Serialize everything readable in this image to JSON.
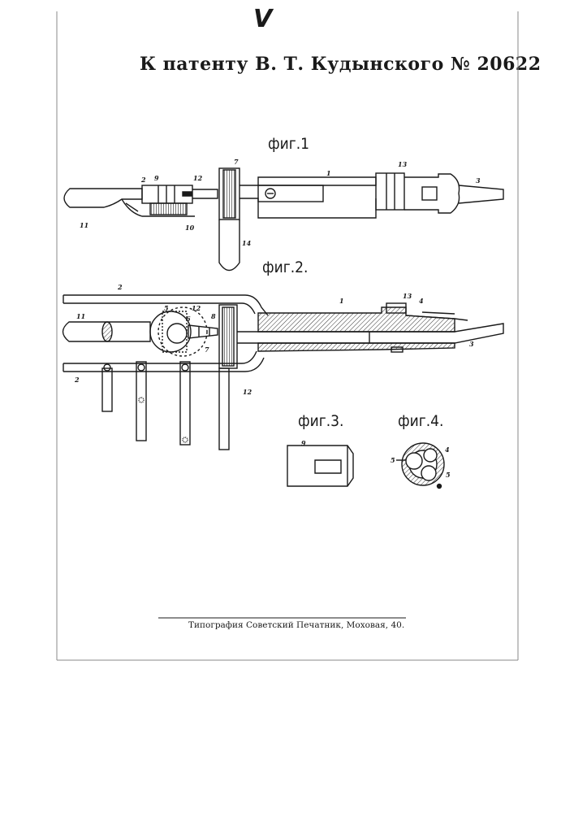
{
  "header": {
    "mark": "V",
    "title": "К патенту В. Т. Кудынского № 20622"
  },
  "figures": {
    "fig1": "фиг.1",
    "fig2": "фиг.2.",
    "fig3": "фиг.3.",
    "fig4": "фиг.4."
  },
  "labels": {
    "fig1": [
      "1",
      "2",
      "3",
      "7",
      "9",
      "10",
      "11",
      "12",
      "13",
      "14"
    ],
    "fig2": [
      "1",
      "2",
      "2",
      "3",
      "4",
      "5",
      "6",
      "7",
      "8",
      "11",
      "12",
      "12",
      "13"
    ],
    "fig3": [
      "9"
    ],
    "fig4": [
      "4",
      "5",
      "5"
    ]
  },
  "footer": "Типография Советский Печатник, Моховая, 40."
}
